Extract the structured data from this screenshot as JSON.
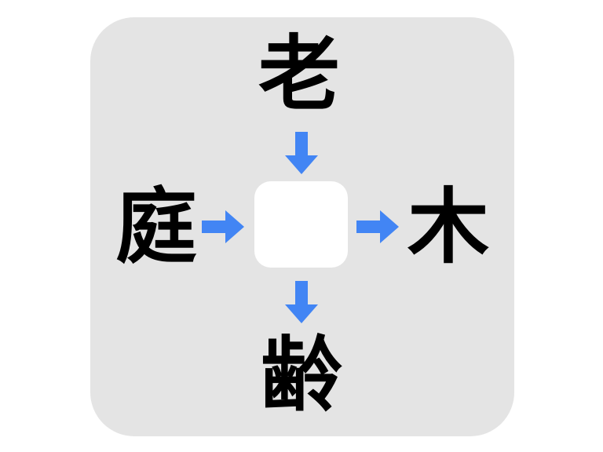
{
  "puzzle": {
    "type": "kanji-association-puzzle",
    "panel_color": "#e4e4e4",
    "page_background": "#ffffff",
    "arrow_color": "#4285f4",
    "answer_box_color": "#ffffff",
    "kanji_color": "#000000",
    "answer_box_value": "",
    "prompts": {
      "top": "老",
      "left": "庭",
      "right": "木",
      "bottom": "齢"
    },
    "arrows": [
      {
        "name": "left-to-center",
        "direction": "right",
        "from": "庭",
        "to": "answer"
      },
      {
        "name": "center-to-right",
        "direction": "right",
        "from": "answer",
        "to": "木"
      },
      {
        "name": "top-to-center",
        "direction": "down",
        "from": "老",
        "to": "answer"
      },
      {
        "name": "center-to-bottom",
        "direction": "down",
        "from": "answer",
        "to": "齢"
      }
    ]
  }
}
